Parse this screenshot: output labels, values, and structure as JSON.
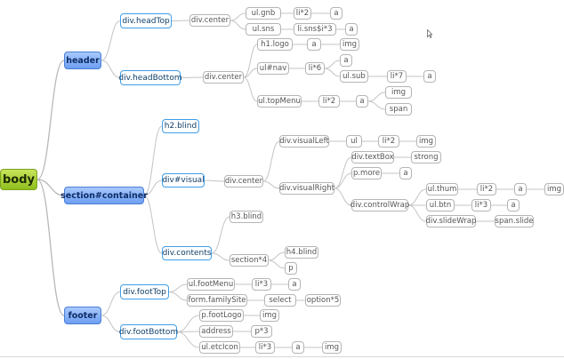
{
  "diagram": {
    "root": {
      "label": "body"
    },
    "header": {
      "label": "header"
    },
    "container": {
      "label": "section#container"
    },
    "footer": {
      "label": "footer"
    },
    "headTop": {
      "label": "div.headTop"
    },
    "headBottom": {
      "label": "div.headBottom"
    },
    "h2blind": {
      "label": "h2.blind"
    },
    "visual": {
      "label": "div#visual"
    },
    "contents": {
      "label": "div.contents"
    },
    "footTop": {
      "label": "div.footTop"
    },
    "footBottom": {
      "label": "div.footBottom"
    },
    "ht_center": {
      "label": "div.center"
    },
    "ulgnb": {
      "label": "ul.gnb"
    },
    "gnb_li": {
      "label": "li*2"
    },
    "gnb_a": {
      "label": "a"
    },
    "ulsns": {
      "label": "ul.sns"
    },
    "sns_li": {
      "label": "li.sns$i*3"
    },
    "sns_a": {
      "label": "a"
    },
    "hb_center": {
      "label": "div.center"
    },
    "h1logo": {
      "label": "h1.logo"
    },
    "logo_a": {
      "label": "a"
    },
    "logo_img": {
      "label": "img"
    },
    "ulnav": {
      "label": "ul#nav"
    },
    "nav_li": {
      "label": "li*6"
    },
    "nav_a": {
      "label": "a"
    },
    "ulsub": {
      "label": "ul.sub"
    },
    "sub_li": {
      "label": "li*7"
    },
    "sub_a": {
      "label": "a"
    },
    "topmenu": {
      "label": "ul.topMenu"
    },
    "top_li": {
      "label": "li*2"
    },
    "top_a": {
      "label": "a"
    },
    "top_img": {
      "label": "img"
    },
    "top_span": {
      "label": "span"
    },
    "v_center": {
      "label": "div.center"
    },
    "visualLeft": {
      "label": "div.visualLeft"
    },
    "vl_ul": {
      "label": "ul"
    },
    "vl_li": {
      "label": "li*2"
    },
    "vl_img": {
      "label": "img"
    },
    "visualRight": {
      "label": "div.visualRight"
    },
    "textBox": {
      "label": "div.textBox"
    },
    "strong": {
      "label": "strong"
    },
    "pmore": {
      "label": "p.more"
    },
    "pmore_a": {
      "label": "a"
    },
    "controlWrap": {
      "label": "div.controlWrap"
    },
    "ulthum": {
      "label": "ul.thum"
    },
    "thum_li": {
      "label": "li*2"
    },
    "thum_a": {
      "label": "a"
    },
    "thum_img": {
      "label": "img"
    },
    "ulbtn": {
      "label": "ul.btn"
    },
    "btn_li": {
      "label": "li*3"
    },
    "btn_a": {
      "label": "a"
    },
    "slideWrap": {
      "label": "div.slideWrap"
    },
    "spanslide": {
      "label": "span.slide"
    },
    "h3blind": {
      "label": "h3.blind"
    },
    "section4": {
      "label": "section*4"
    },
    "h4blind": {
      "label": "h4.blind"
    },
    "p": {
      "label": "p"
    },
    "footMenu": {
      "label": "ul.footMenu"
    },
    "fm_li": {
      "label": "li*3"
    },
    "fm_a": {
      "label": "a"
    },
    "familySite": {
      "label": "form.familySite"
    },
    "select": {
      "label": "select"
    },
    "option": {
      "label": "option*5"
    },
    "footLogo": {
      "label": "p.footLogo"
    },
    "fl_img": {
      "label": "img"
    },
    "address": {
      "label": "address"
    },
    "p3": {
      "label": "p*3"
    },
    "etcIcon": {
      "label": "ul.etcIcon"
    },
    "etc_li": {
      "label": "li*3"
    },
    "etc_a": {
      "label": "a"
    },
    "etc_img": {
      "label": "img"
    }
  }
}
